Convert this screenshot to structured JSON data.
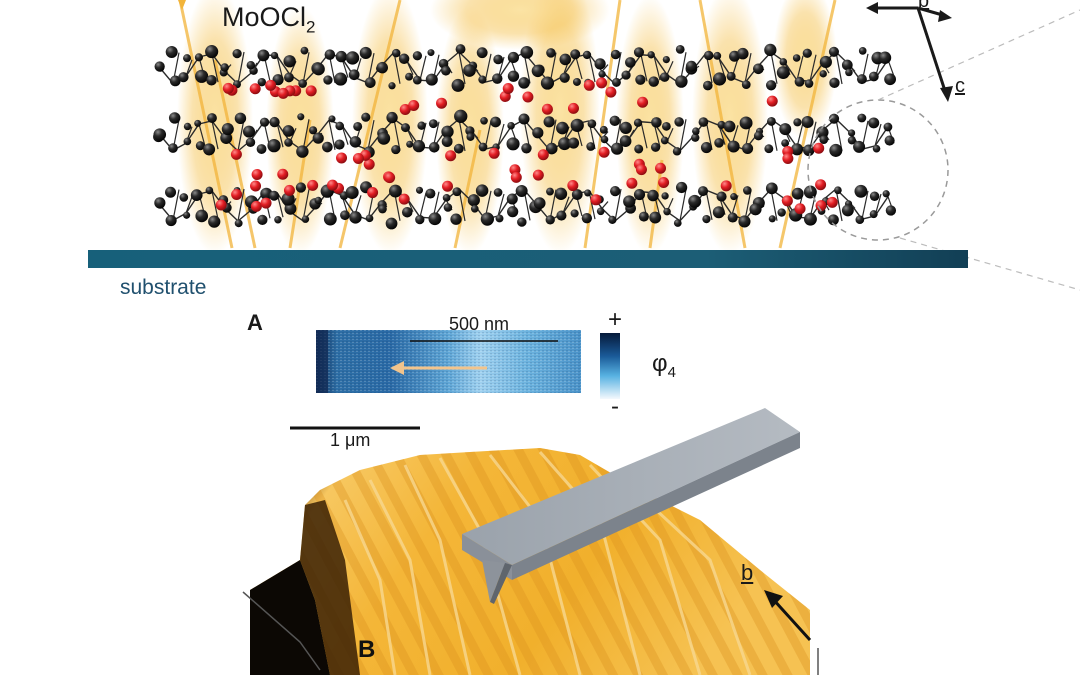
{
  "figure": {
    "material_label": "MoOCl",
    "material_subscript": "2",
    "substrate_label": "substrate",
    "panel_a_label": "A",
    "panel_b_label": "B",
    "axis_b_label": "b",
    "axis_c_label": "c",
    "scale_bar_short": "500 nm",
    "scale_bar_long": "1 μm",
    "colorbar_max": "+",
    "colorbar_min": "-",
    "colorbar_quantity": "φ",
    "colorbar_subscript": "4",
    "colors": {
      "atom_black": "#1a1a1a",
      "atom_red": "#e31e24",
      "substrate": "#1d5c74",
      "glow_yellow": "#f5c04a",
      "colormap_dark": "#0c2a55",
      "colormap_light": "#9ed0ef",
      "height_map_gold": "#f0b030",
      "tip_gray": "#a7adb5"
    }
  }
}
